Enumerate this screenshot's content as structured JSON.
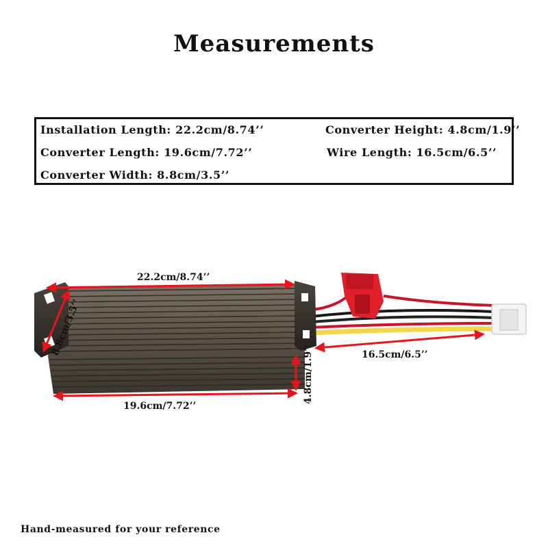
{
  "title": "Measurements",
  "specs": {
    "installation_length": "Installation Length: 22.2cm/8.74’’",
    "converter_length": "Converter Length: 19.6cm/7.72’’",
    "converter_width": "Converter Width: 8.8cm/3.5’’",
    "converter_height": "Converter Height: 4.8cm/1.9’’",
    "wire_length": "Wire Length: 16.5cm/6.5’’"
  },
  "dimensions": {
    "top": "22.2cm/8.74’’",
    "bottom": "19.6cm/7.72’’",
    "side": "8.8cm/3.5’’",
    "height": "4.8cm/1.9’’",
    "wire": "16.5cm/6.5’’"
  },
  "colors": {
    "arrow": "#e8141c",
    "housing": "#5a5247",
    "fin_dark": "#2e2a25",
    "fuse": "#e01f2a",
    "yellow_wire": "#f2d64b"
  },
  "footer": "Hand-measured for your reference"
}
